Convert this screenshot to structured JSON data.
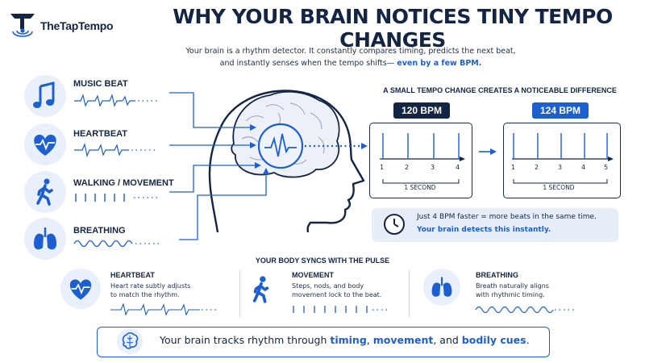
{
  "brand": {
    "name": "TheTapTempo"
  },
  "title": "WHY YOUR BRAIN NOTICES TINY TEMPO CHANGES",
  "subtitle": {
    "line1": "Your brain is a rhythm detector. It constantly compares timing, predicts the next beat,",
    "line2_prefix": "and instantly senses when the tempo shifts—",
    "line2_highlight": "even by a few BPM."
  },
  "sources": [
    {
      "label": "MUSIC BEAT",
      "icon": "music-note-icon"
    },
    {
      "label": "HEARTBEAT",
      "icon": "heart-icon"
    },
    {
      "label": "WALKING / MOVEMENT",
      "icon": "walking-person-icon"
    },
    {
      "label": "BREATHING",
      "icon": "lungs-icon"
    }
  ],
  "comparison": {
    "heading": "A SMALL TEMPO CHANGE CREATES A NOTICEABLE DIFFERENCE",
    "left": {
      "bpm": "120 BPM",
      "ticks": [
        "1",
        "2",
        "3",
        "4"
      ],
      "span_label": "1 SECOND"
    },
    "right": {
      "bpm": "124 BPM",
      "ticks": [
        "1",
        "2",
        "3",
        "4",
        "5"
      ],
      "span_label": "1 SECOND"
    }
  },
  "info": {
    "line1": "Just 4 BPM faster = more beats in the same time.",
    "line2": "Your brain detects this instantly."
  },
  "sync": {
    "heading": "YOUR BODY SYNCS WITH THE PULSE",
    "cards": [
      {
        "title": "HEARTBEAT",
        "text1": "Heart rate subtly adjusts",
        "text2": "to match the rhythm.",
        "icon": "heart-icon"
      },
      {
        "title": "MOVEMENT",
        "text1": "Steps, nods, and body",
        "text2": "movement lock to the beat.",
        "icon": "walking-person-icon"
      },
      {
        "title": "BREATHING",
        "text1": "Breath naturally aligns",
        "text2": "with rhythmic timing.",
        "icon": "lungs-icon"
      }
    ]
  },
  "bottom": {
    "prefix": "Your brain tracks rhythm through ",
    "w1": "timing",
    "sep1": ", ",
    "w2": "movement",
    "sep2": ", and ",
    "w3": "bodily cues",
    "suffix": "."
  },
  "colors": {
    "navy": "#142544",
    "blue": "#1d5fd1",
    "light": "#e9f0fb"
  }
}
